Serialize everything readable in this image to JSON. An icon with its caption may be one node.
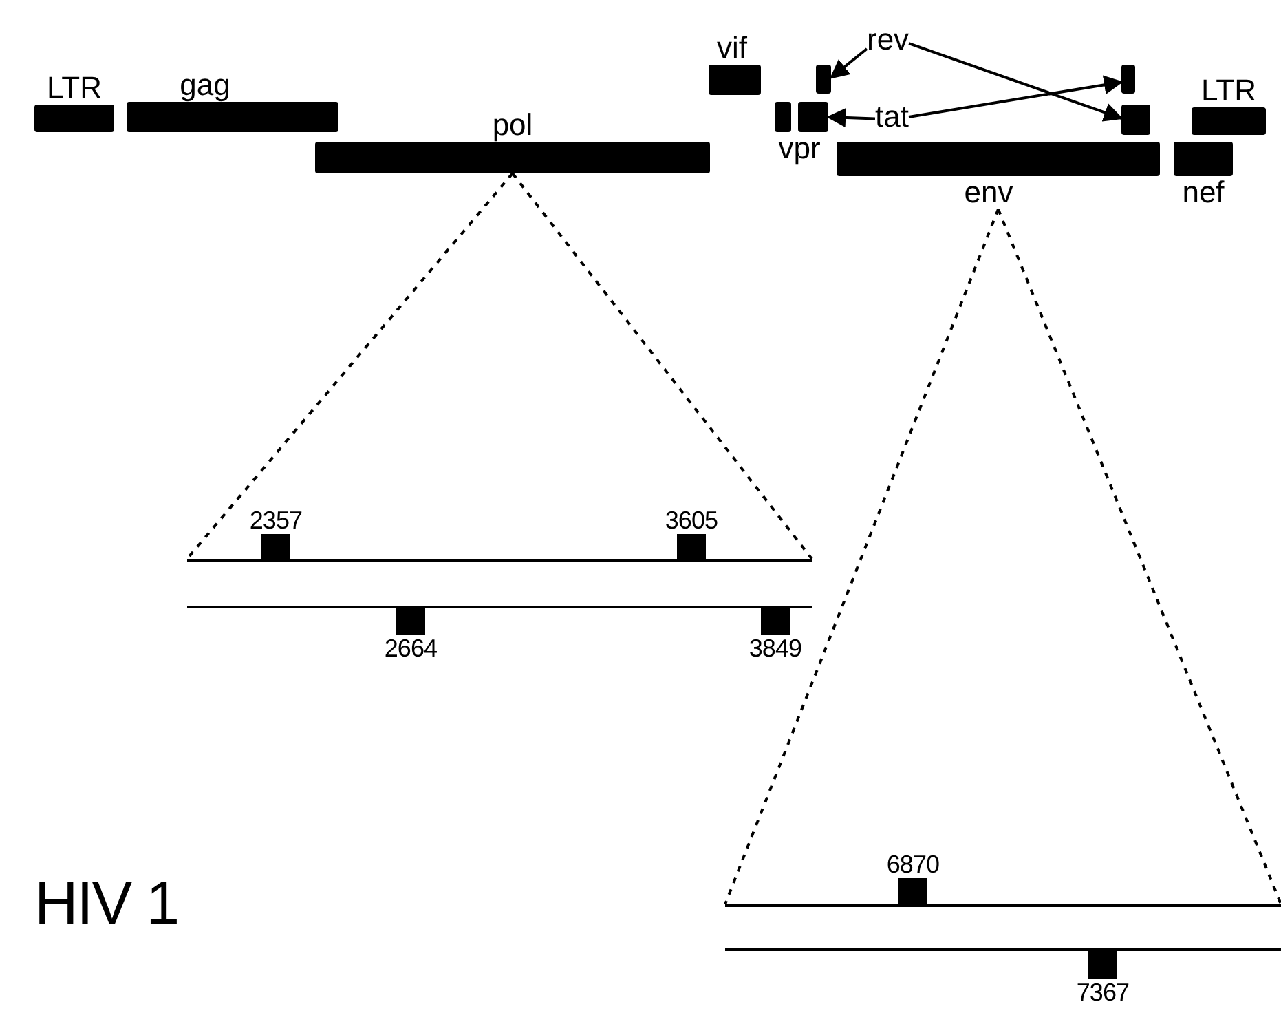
{
  "diagram": {
    "title": "HIV 1",
    "nodes": [
      {
        "text": [
          "LTR"
        ]
      },
      {
        "text": [
          "gag"
        ]
      },
      {
        "text": [
          "pol"
        ]
      },
      {
        "text": [
          "vif"
        ]
      },
      {
        "text": [
          "rev"
        ]
      },
      {
        "text": [],
        "shape": "bar"
      },
      {
        "text": [],
        "shape": "bar"
      },
      {
        "text": [
          "LTR"
        ]
      },
      {
        "text": [
          "vpr"
        ]
      },
      {
        "text": [],
        "shape": "bar"
      },
      {
        "text": [
          "tat"
        ]
      },
      {
        "text": [],
        "shape": "bar"
      },
      {
        "text": [
          "env"
        ]
      },
      {
        "text": [
          "nef"
        ]
      },
      {
        "text": [],
        "shape": "box"
      },
      {
        "text": [
          "2357"
        ]
      },
      {
        "text": [
          "3605"
        ]
      },
      {
        "text": [
          "2664"
        ]
      },
      {
        "text": [
          "3849"
        ]
      },
      {
        "text": [],
        "shape": "box"
      },
      {
        "text": [
          "6870"
        ]
      },
      {
        "text": [
          "7367"
        ]
      }
    ],
    "edges": [
      {
        "from": 4,
        "to": 5,
        "arrow": "to"
      },
      {
        "from": 4,
        "to": 11,
        "arrow": "to"
      },
      {
        "from": 10,
        "to": 9,
        "arrow": "to"
      },
      {
        "from": 10,
        "to": 6,
        "arrow": "to"
      },
      {
        "from": 2,
        "to": 14,
        "arrow": "none",
        "style": "dashed"
      },
      {
        "from": 2,
        "to": 14,
        "arrow": "none",
        "style": "dashed"
      },
      {
        "from": 12,
        "to": 19,
        "arrow": "none",
        "style": "dashed"
      },
      {
        "from": 12,
        "to": 19,
        "arrow": "none",
        "style": "dashed"
      }
    ]
  }
}
